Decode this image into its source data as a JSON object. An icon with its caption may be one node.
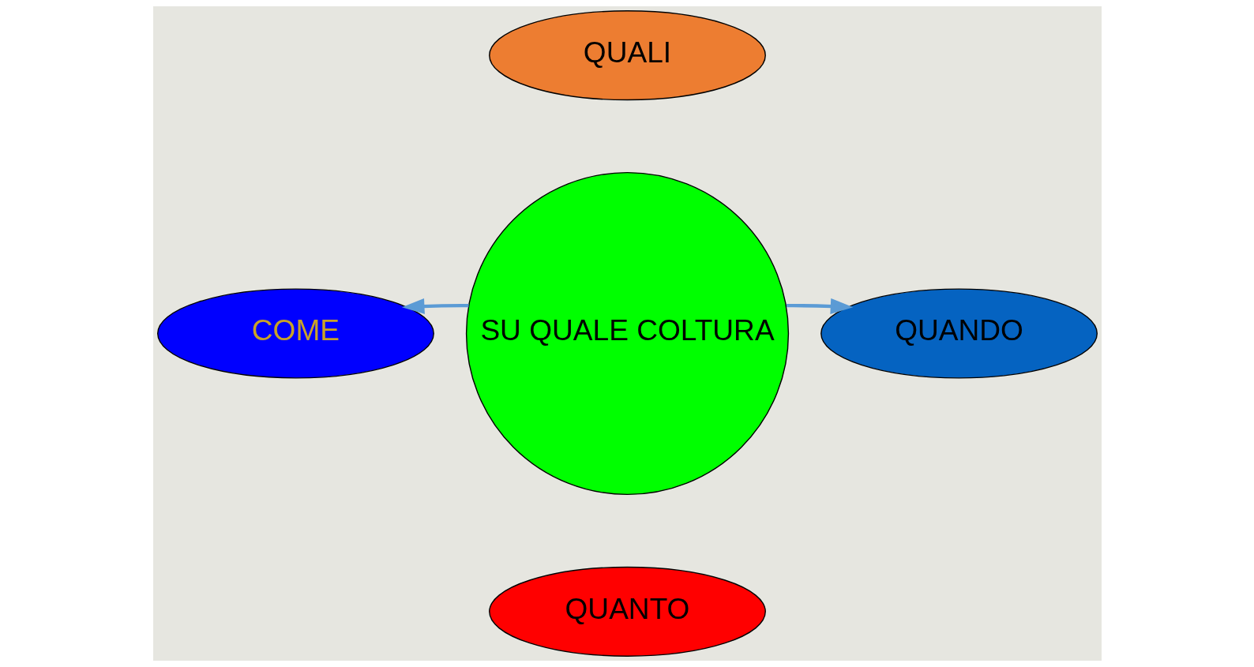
{
  "diagram": {
    "nodes": [
      {
        "text": [
          "QUALI"
        ]
      },
      {
        "text": [
          "SU QUALE COLTURA"
        ]
      },
      {
        "text": [
          "COME"
        ]
      },
      {
        "text": [
          "QUANDO"
        ]
      },
      {
        "text": [
          "QUANTO"
        ]
      }
    ],
    "edges": [
      {
        "from": 1,
        "to": 2,
        "arrow": "to"
      },
      {
        "from": 1,
        "to": 3,
        "arrow": "to"
      }
    ]
  }
}
